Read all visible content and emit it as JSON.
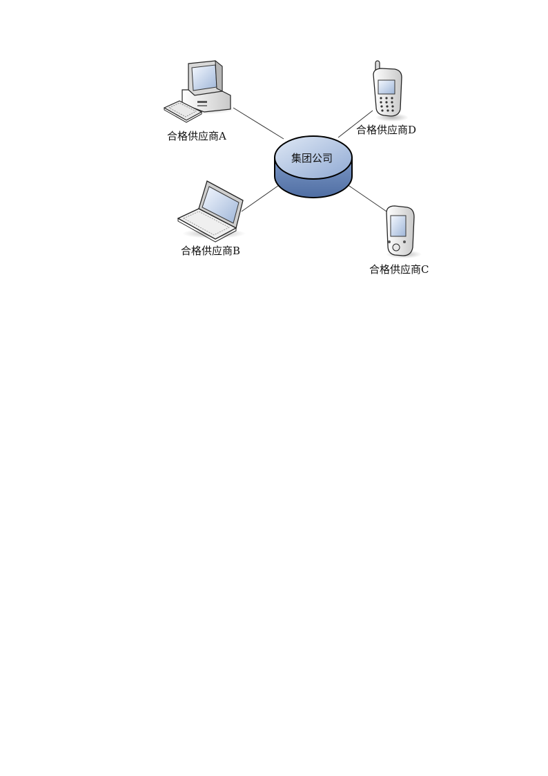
{
  "diagram": {
    "hub": {
      "label": "集团公司",
      "fill_top": "#b9cbe6",
      "fill_side": "#5f7fb0",
      "stroke": "#000000"
    },
    "suppliers": [
      {
        "id": "A",
        "label": "合格供应商A",
        "icon": "desktop-computer-icon"
      },
      {
        "id": "B",
        "label": "合格供应商B",
        "icon": "laptop-icon"
      },
      {
        "id": "C",
        "label": "合格供应商C",
        "icon": "pda-icon"
      },
      {
        "id": "D",
        "label": "合格供应商D",
        "icon": "mobile-phone-icon"
      }
    ],
    "connector_color": "#333333"
  }
}
